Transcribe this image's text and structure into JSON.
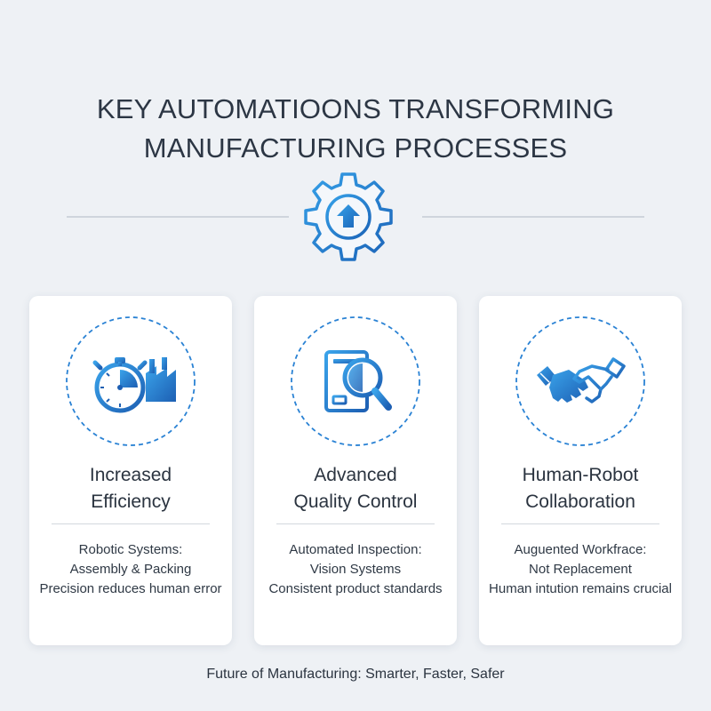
{
  "header": {
    "title_line1": "KEY AUTOMATIOONS TRANSFORMING",
    "title_line2": "MANUFACTURING PROCESSES",
    "center_icon": "gear-upload-icon"
  },
  "colors": {
    "accent": "#2a82d4",
    "accent_dark": "#1f5fa8",
    "background": "#eef1f5"
  },
  "cards": [
    {
      "icon": "stopwatch-factory-icon",
      "title_line1": "Increased",
      "title_line2": "Efficiency",
      "lines": [
        "Robotic Systems:",
        "Assembly & Packing",
        "Precision reduces human error"
      ]
    },
    {
      "icon": "document-magnifier-icon",
      "title_line1": "Advanced",
      "title_line2": "Quality Control",
      "lines": [
        "Automated Inspection:",
        "Vision Systems",
        "Consistent product standards"
      ]
    },
    {
      "icon": "handshake-icon",
      "title_line1": "Human-Robot",
      "title_line2": "Collaboration",
      "lines": [
        "Auguented Workfrace:",
        "Not Replacement",
        "Human intution remains crucial"
      ]
    }
  ],
  "footer": {
    "text": "Future of Manufacturing: Smarter, Faster, Safer"
  }
}
